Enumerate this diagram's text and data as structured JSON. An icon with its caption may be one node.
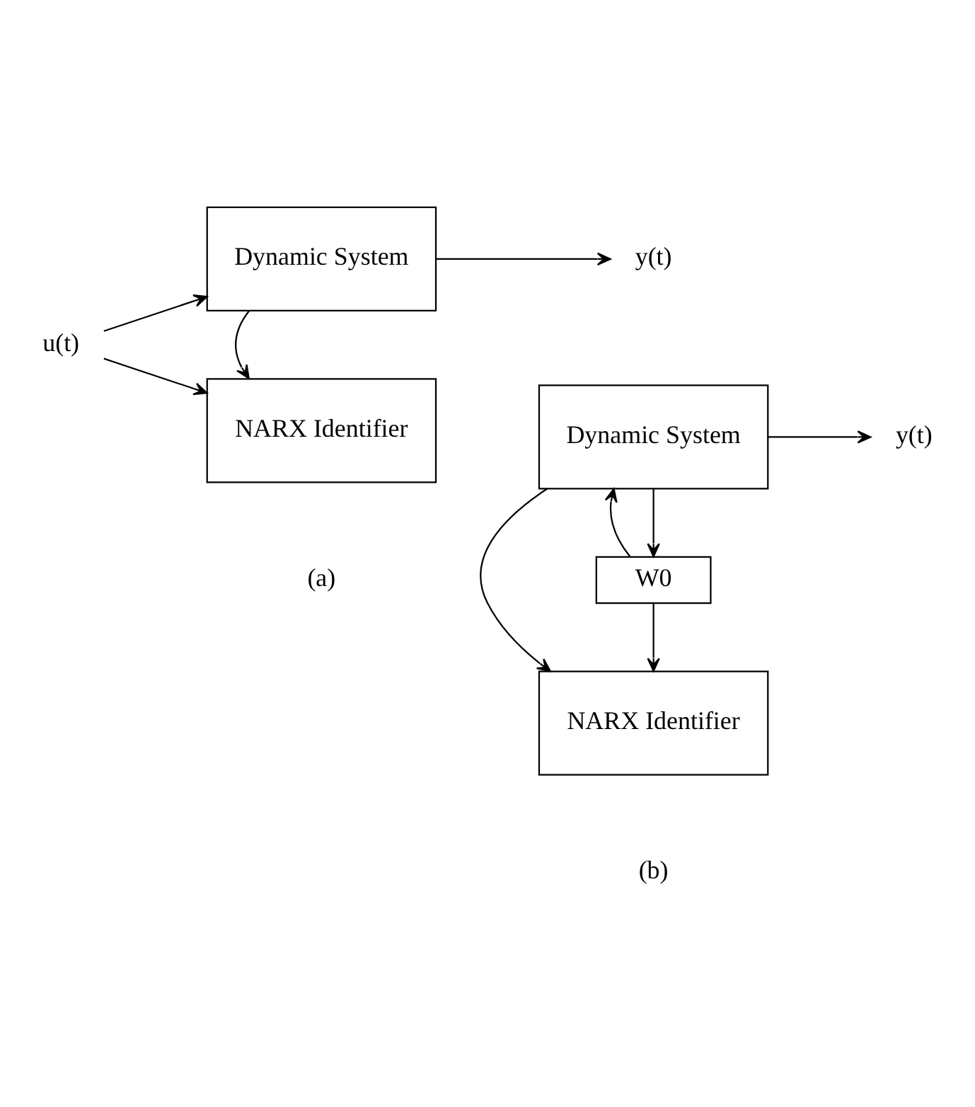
{
  "diagram": {
    "nodes": [
      {
        "text": [
          "u(t)"
        ]
      },
      {
        "text": [
          "Dynamic System"
        ]
      },
      {
        "text": [
          "y(t)"
        ]
      },
      {
        "text": [
          "NARX Identifier"
        ]
      },
      {
        "text": [
          "W0"
        ]
      },
      {
        "text": [
          "Dynamic System"
        ]
      },
      {
        "text": [
          "y(t)"
        ]
      },
      {
        "text": [
          "NARX Identifier"
        ]
      }
    ],
    "edges": [
      {
        "from": 0,
        "to": 1,
        "arrow": "to"
      },
      {
        "from": 0,
        "to": 3,
        "arrow": "to"
      },
      {
        "from": 1,
        "to": 2,
        "arrow": "to"
      },
      {
        "from": 1,
        "to": 3,
        "arrow": "to"
      },
      {
        "from": 5,
        "to": 4,
        "arrow": "to"
      },
      {
        "from": 4,
        "to": 5,
        "arrow": "to"
      },
      {
        "from": 4,
        "to": 7,
        "arrow": "to"
      },
      {
        "from": 5,
        "to": 6,
        "arrow": "to"
      },
      {
        "from": 5,
        "to": 7,
        "arrow": "to"
      }
    ],
    "labels": [
      "(a)",
      "(b)"
    ]
  }
}
